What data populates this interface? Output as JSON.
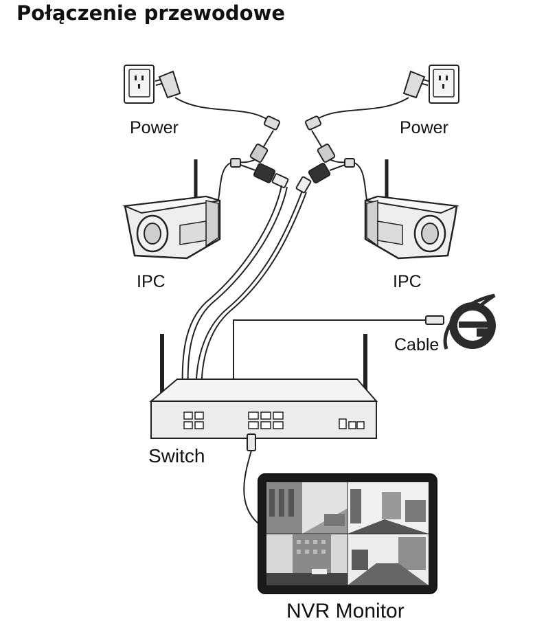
{
  "title": "Połączenie przewodowe",
  "labels": {
    "power_left": "Power",
    "power_right": "Power",
    "ipc_left": "IPC",
    "ipc_right": "IPC",
    "cable": "Cable",
    "switch": "Switch",
    "nvr_monitor": "NVR Monitor"
  },
  "colors": {
    "line": "#222222",
    "device_fill": "#e6e6e6",
    "screen_dark": "#1a1a1a",
    "ie_logo": "#2b2b2b"
  },
  "icons": [
    "wall-socket-icon",
    "power-adapter-icon",
    "ip-camera-icon",
    "internet-explorer-icon",
    "network-switch-icon",
    "rj45-connector-icon",
    "nvr-monitor-icon"
  ]
}
